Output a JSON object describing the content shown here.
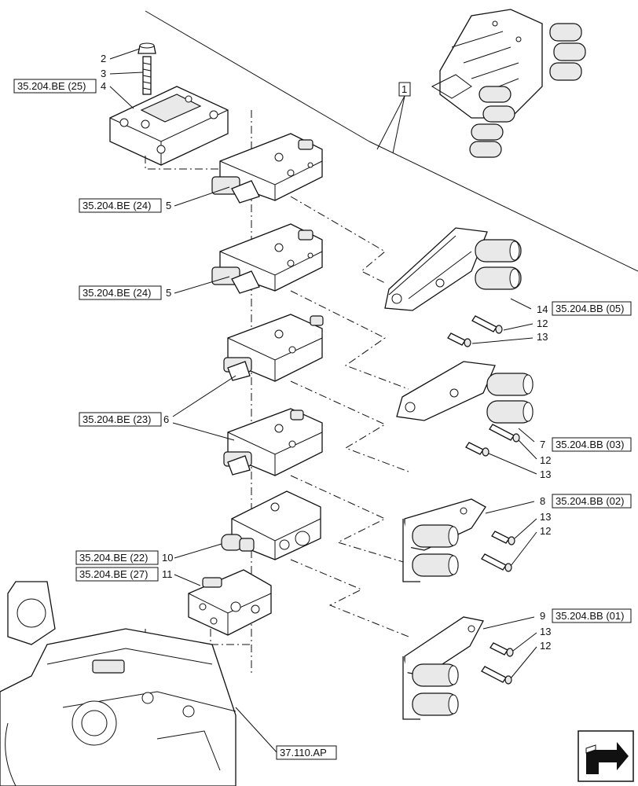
{
  "callouts": {
    "c1": "1",
    "c2": "2",
    "c3": "3",
    "c4": "4",
    "c5a": "5",
    "c5b": "5",
    "c6": "6",
    "c7": "7",
    "c8": "8",
    "c9": "9",
    "c10": "10",
    "c11": "11",
    "c12a": "12",
    "c12b": "12",
    "c12c": "12",
    "c12d": "12",
    "c13a": "13",
    "c13b": "13",
    "c13c": "13",
    "c13d": "13",
    "c14": "14"
  },
  "refs": {
    "r_be25": "35.204.BE (25)",
    "r_be24a": "35.204.BE (24)",
    "r_be24b": "35.204.BE (24)",
    "r_be23": "35.204.BE (23)",
    "r_be22": "35.204.BE (22)",
    "r_be27": "35.204.BE (27)",
    "r_bb05": "35.204.BB (05)",
    "r_bb03": "35.204.BB (03)",
    "r_bb02": "35.204.BB (02)",
    "r_bb01": "35.204.BB (01)",
    "r_ap": "37.110.AP"
  },
  "icons": {
    "nav": "next-page-arrow-icon"
  }
}
